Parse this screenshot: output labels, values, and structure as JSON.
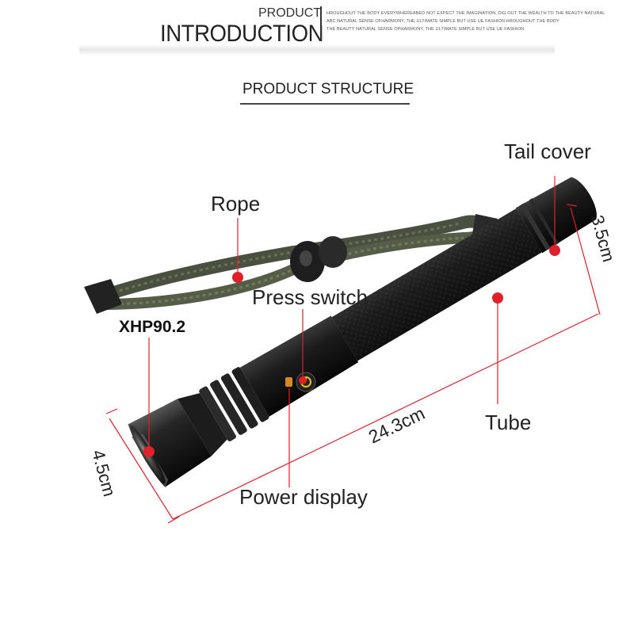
{
  "header": {
    "small_title": "PRODUCT",
    "big_title": "INTRODUCTION",
    "tagline_1": "HROUGHOUT THE BODY EVERYWHEREABED NOT EXPECT THE IMAGINATION, DIG OUT THE WEALTH TO THE BEAUTY NATURAL",
    "tagline_2": "ABC NATURAL SENSE OFHARMONY, THE ULTIMATE SIMPLE BUT USE UE FASHION HROUGHOUT THE BODY",
    "tagline_3": "THE BEAUTY NATURAL SENSE OPHARMONY, THE ULTIMATE SIMPLE BUT USE UE FASHION"
  },
  "section_title": "PRODUCT STRUCTURE",
  "labels": {
    "tail_cover": "Tail cover",
    "rope": "Rope",
    "press_switch": "Press switch",
    "led": "XHP90.2",
    "tube": "Tube",
    "power_display": "Power display"
  },
  "dimensions": {
    "length": "24.3cm",
    "head_diameter": "4.5cm",
    "tail_diameter": "3.5cm"
  },
  "colors": {
    "marker": "#e0202a",
    "guide_line": "#e0202a",
    "body": "#151515"
  }
}
